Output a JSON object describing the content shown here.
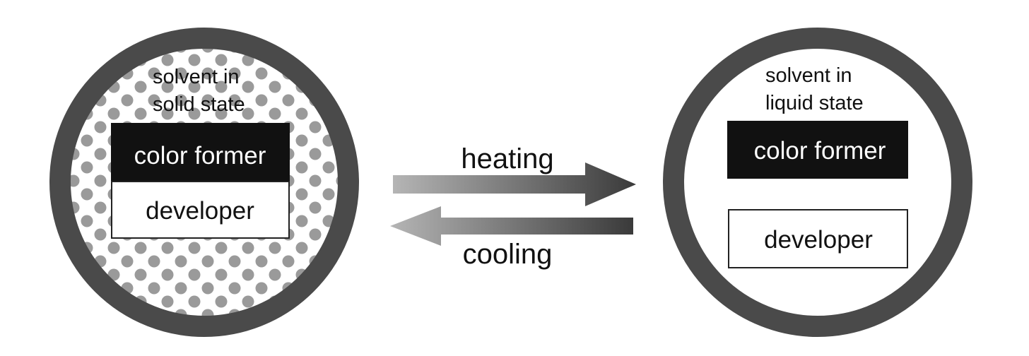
{
  "left_capsule": {
    "label_line1": "solvent in",
    "label_line2": "solid state",
    "color_former": "color former",
    "developer": "developer"
  },
  "right_capsule": {
    "label_line1": "solvent in",
    "label_line2": "liquid state",
    "color_former": "color former",
    "developer": "developer"
  },
  "arrows": {
    "heating": "heating",
    "cooling": "cooling"
  },
  "colors": {
    "ring": "#4a4a4a",
    "dots": "#9a9a9a",
    "block_dark": "#111111",
    "block_light": "#ffffff"
  }
}
